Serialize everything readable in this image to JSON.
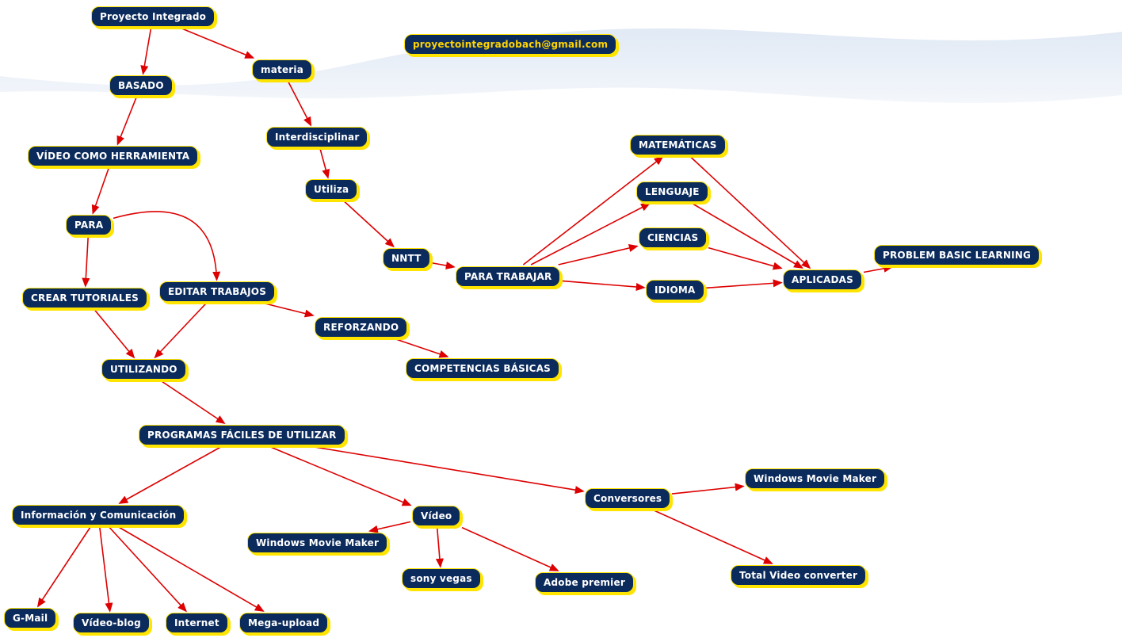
{
  "diagram_type": "concept-map",
  "colors": {
    "background": "#ffffff",
    "node_background": "#0b2b5c",
    "node_text": "#ffffff",
    "node_highlight_text": "#ffd400",
    "node_shadow": "#ffe400",
    "edge": "#dd0000",
    "wave": "#dfe8f4"
  },
  "nodes": {
    "proyecto_integrado": {
      "label": "Proyecto Integrado"
    },
    "email": {
      "label": "proyectointegradobach@gmail.com"
    },
    "materia": {
      "label": "materia"
    },
    "basado": {
      "label": "BASADO"
    },
    "video_como_herramienta": {
      "label": "VÍDEO COMO HERRAMIENTA"
    },
    "interdisciplinar": {
      "label": "Interdisciplinar"
    },
    "utiliza": {
      "label": "Utiliza"
    },
    "para": {
      "label": "PARA"
    },
    "nntt": {
      "label": "NNTT"
    },
    "crear_tutoriales": {
      "label": "CREAR TUTORIALES"
    },
    "editar_trabajos": {
      "label": "EDITAR TRABAJOS"
    },
    "para_trabajar": {
      "label": "PARA TRABAJAR"
    },
    "matematicas": {
      "label": "MATEMÁTICAS"
    },
    "lenguaje": {
      "label": "LENGUAJE"
    },
    "ciencias": {
      "label": "CIENCIAS"
    },
    "idioma": {
      "label": "IDIOMA"
    },
    "aplicadas": {
      "label": "APLICADAS"
    },
    "problem_basic_learning": {
      "label": "PROBLEM BASIC LEARNING"
    },
    "reforzando": {
      "label": "REFORZANDO"
    },
    "competencias_basicas": {
      "label": "COMPETENCIAS BÁSICAS"
    },
    "utilizando": {
      "label": "UTILIZANDO"
    },
    "programas_faciles": {
      "label": "PROGRAMAS FÁCILES DE UTILIZAR"
    },
    "informacion_comunicacion": {
      "label": "Información y Comunicación"
    },
    "video": {
      "label": "Vídeo"
    },
    "conversores": {
      "label": "Conversores"
    },
    "windows_movie_maker_conversores": {
      "label": "Windows Movie Maker"
    },
    "windows_movie_maker_video": {
      "label": "Windows Movie Maker"
    },
    "sony_vegas": {
      "label": "sony vegas"
    },
    "adobe_premier": {
      "label": "Adobe premier"
    },
    "total_video_converter": {
      "label": "Total Video converter"
    },
    "g_mail": {
      "label": "G-Mail"
    },
    "video_blog": {
      "label": "Vídeo-blog"
    },
    "internet": {
      "label": "Internet"
    },
    "mega_upload": {
      "label": "Mega-upload"
    }
  },
  "edges": [
    {
      "from": "proyecto_integrado",
      "to": "basado"
    },
    {
      "from": "proyecto_integrado",
      "to": "materia"
    },
    {
      "from": "basado",
      "to": "video_como_herramienta"
    },
    {
      "from": "materia",
      "to": "interdisciplinar"
    },
    {
      "from": "interdisciplinar",
      "to": "utiliza"
    },
    {
      "from": "utiliza",
      "to": "nntt"
    },
    {
      "from": "video_como_herramienta",
      "to": "para"
    },
    {
      "from": "para",
      "to": "crear_tutoriales"
    },
    {
      "from": "para",
      "to": "editar_trabajos",
      "curve": [
        270,
        240
      ]
    },
    {
      "from": "crear_tutoriales",
      "to": "utilizando"
    },
    {
      "from": "editar_trabajos",
      "to": "utilizando"
    },
    {
      "from": "editar_trabajos",
      "to": "reforzando"
    },
    {
      "from": "reforzando",
      "to": "competencias_basicas"
    },
    {
      "from": "nntt",
      "to": "para_trabajar"
    },
    {
      "from": "para_trabajar",
      "to": "matematicas"
    },
    {
      "from": "para_trabajar",
      "to": "lenguaje"
    },
    {
      "from": "para_trabajar",
      "to": "ciencias"
    },
    {
      "from": "para_trabajar",
      "to": "idioma"
    },
    {
      "from": "matematicas",
      "to": "aplicadas"
    },
    {
      "from": "lenguaje",
      "to": "aplicadas"
    },
    {
      "from": "ciencias",
      "to": "aplicadas"
    },
    {
      "from": "idioma",
      "to": "aplicadas"
    },
    {
      "from": "aplicadas",
      "to": "problem_basic_learning"
    },
    {
      "from": "utilizando",
      "to": "programas_faciles"
    },
    {
      "from": "programas_faciles",
      "to": "informacion_comunicacion"
    },
    {
      "from": "programas_faciles",
      "to": "video"
    },
    {
      "from": "programas_faciles",
      "to": "conversores"
    },
    {
      "from": "conversores",
      "to": "windows_movie_maker_conversores"
    },
    {
      "from": "conversores",
      "to": "total_video_converter"
    },
    {
      "from": "video",
      "to": "windows_movie_maker_video"
    },
    {
      "from": "video",
      "to": "sony_vegas"
    },
    {
      "from": "video",
      "to": "adobe_premier"
    },
    {
      "from": "informacion_comunicacion",
      "to": "g_mail"
    },
    {
      "from": "informacion_comunicacion",
      "to": "video_blog"
    },
    {
      "from": "informacion_comunicacion",
      "to": "internet"
    },
    {
      "from": "informacion_comunicacion",
      "to": "mega_upload"
    }
  ]
}
